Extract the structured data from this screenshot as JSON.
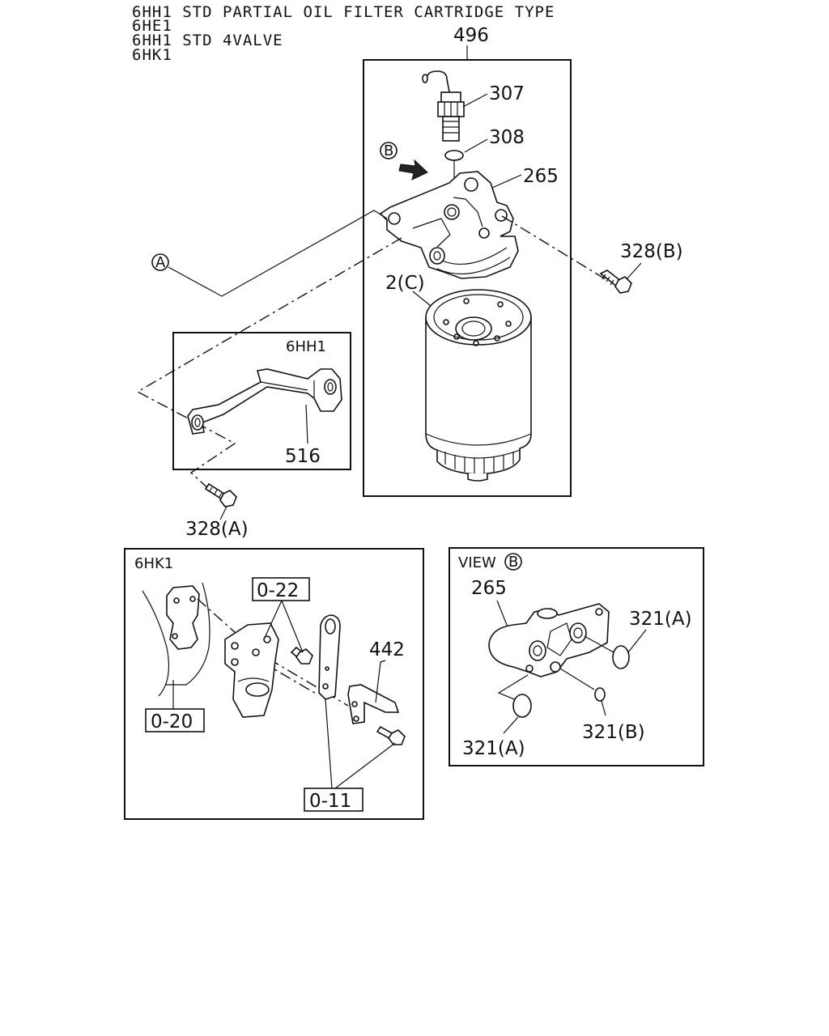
{
  "header": {
    "line1": "6HH1 STD PARTIAL OIL FILTER CARTRIDGE TYPE",
    "line2": "6HE1",
    "line3": "6HH1 STD 4VALVE",
    "line4": "6HK1"
  },
  "main": {
    "assembly_label": "496",
    "sensor_label": "307",
    "washer_label": "308",
    "head_label": "265",
    "bolt_b_label": "328(B)",
    "cartridge_label": "2(C)",
    "ref_a": "A",
    "ref_b": "B"
  },
  "inset_6hh1": {
    "title": "6HH1",
    "bracket_label": "516",
    "bolt_a_label": "328(A)"
  },
  "inset_6hk1": {
    "title": "6HK1",
    "ref_022": "0-22",
    "ref_020": "0-20",
    "ref_011": "0-11",
    "bracket_label": "442"
  },
  "view_b": {
    "title": "VIEW",
    "ref": "B",
    "head_label": "265",
    "oring_a_top": "321(A)",
    "oring_b": "321(B)",
    "oring_a_bottom": "321(A)"
  }
}
